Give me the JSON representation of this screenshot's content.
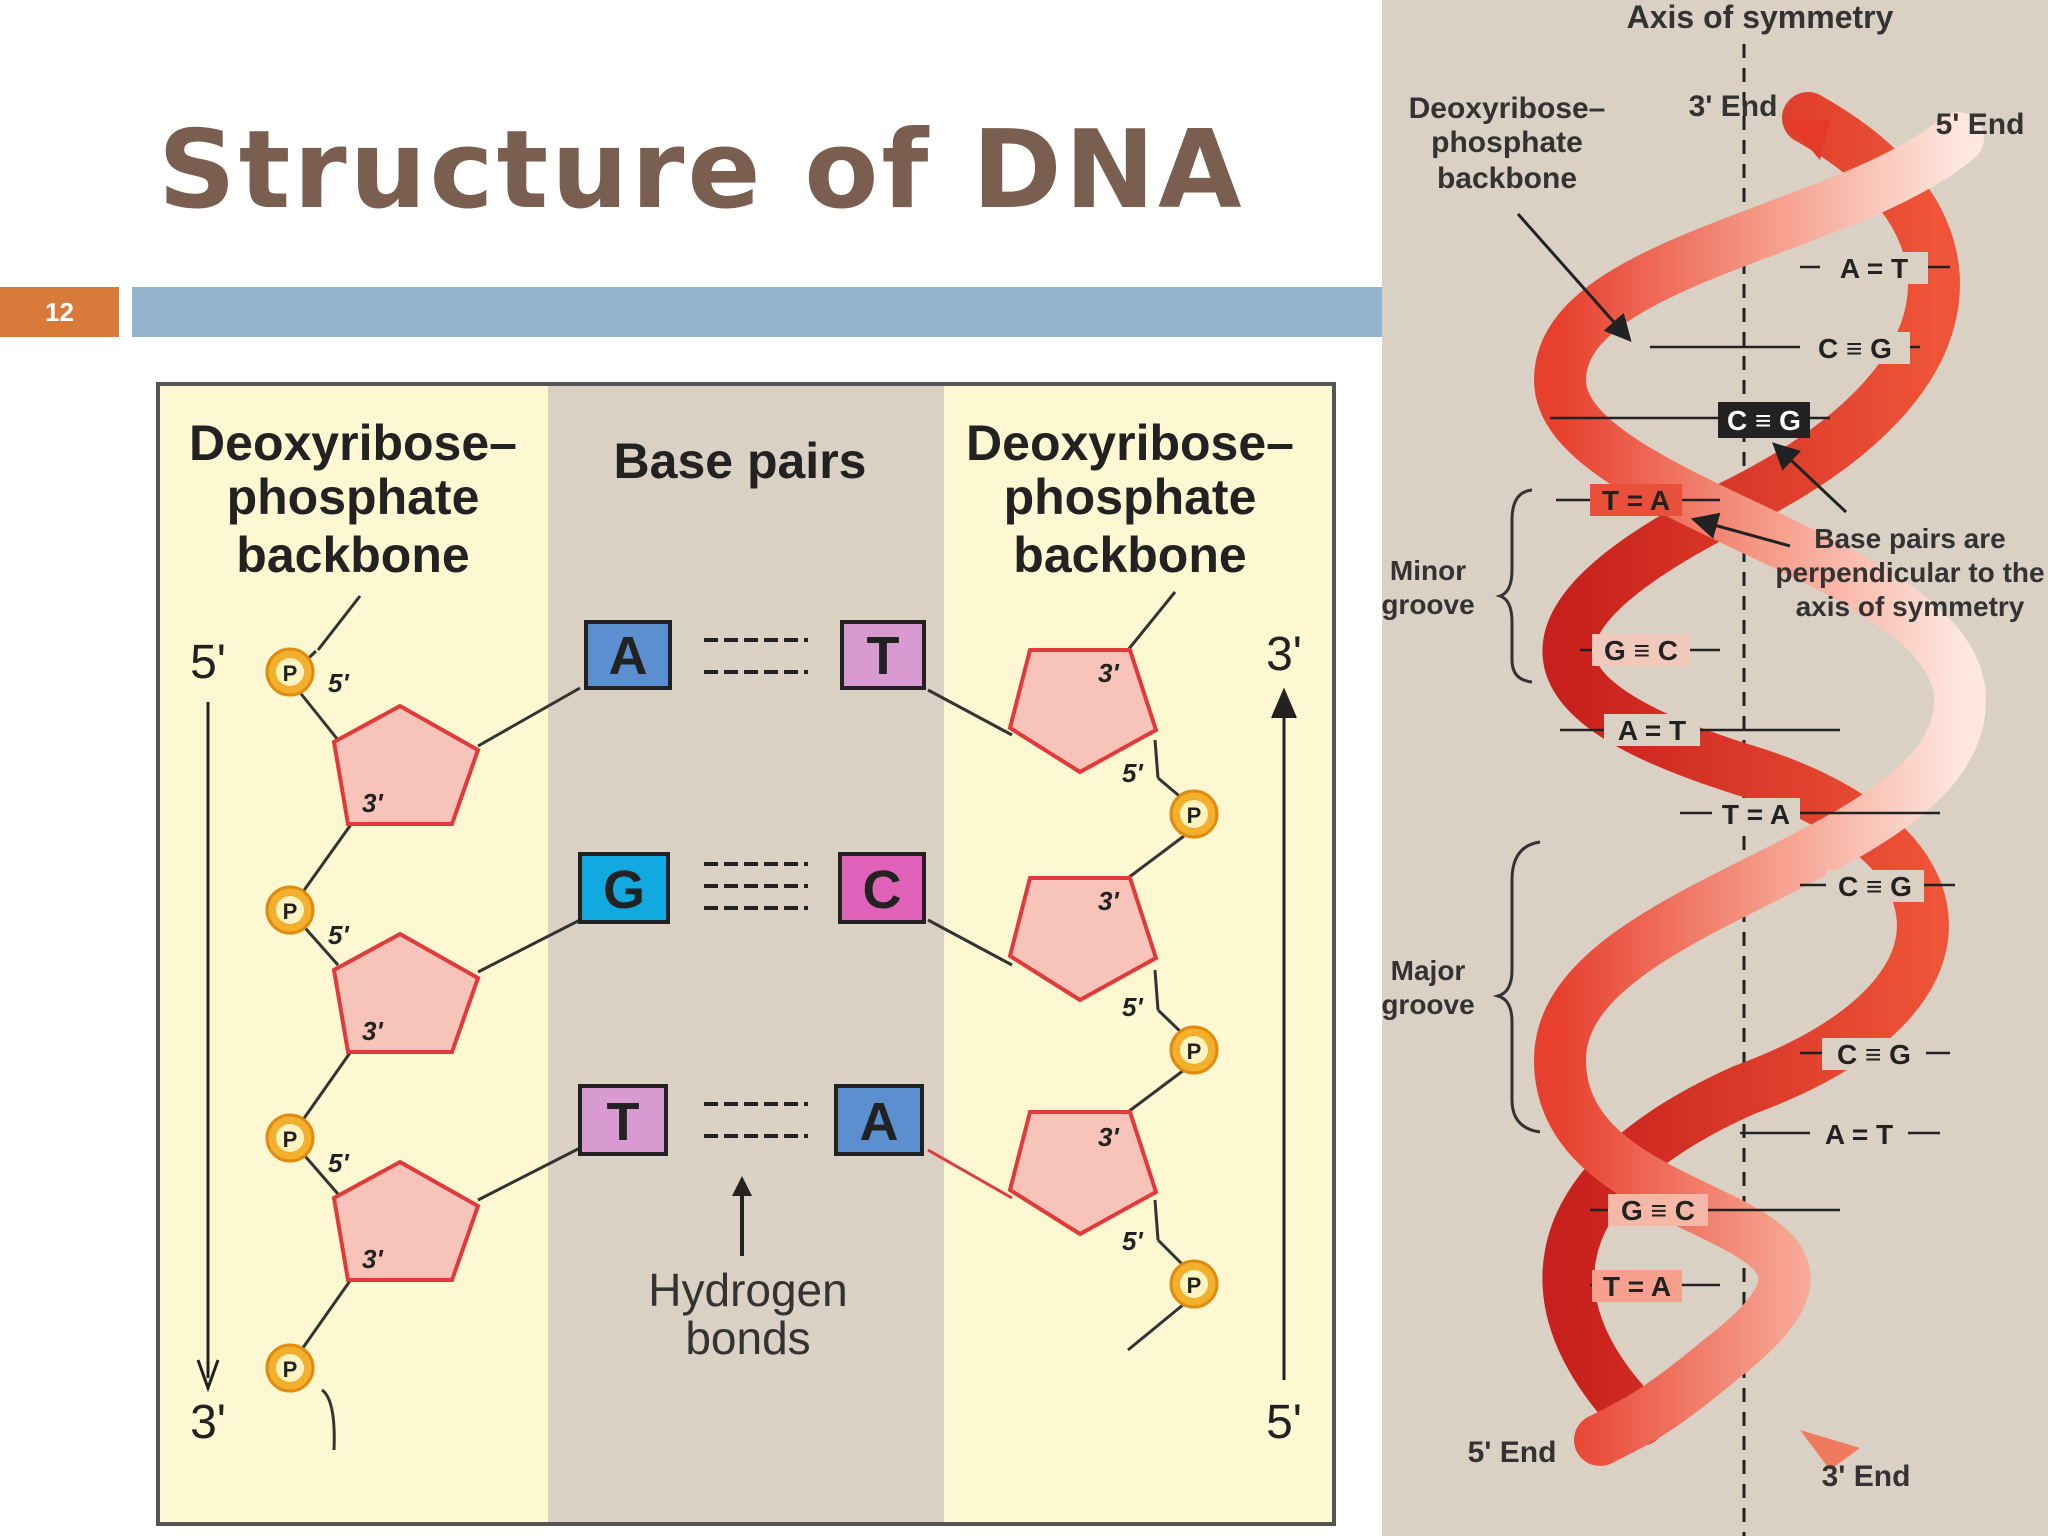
{
  "slide": {
    "title": "Structure of DNA",
    "number": "12"
  },
  "left_panel": {
    "backbone_left": [
      "Deoxyribose–",
      "phosphate",
      "backbone"
    ],
    "base_pairs_heading": "Base pairs",
    "backbone_right": [
      "Deoxyribose–",
      "phosphate",
      "backbone"
    ],
    "left_top_end": "5'",
    "left_bottom_end": "3'",
    "right_top_end": "3'",
    "right_bottom_end": "5'",
    "phosphate": "P",
    "prime5": "5'",
    "prime3": "3'",
    "pairs": [
      {
        "left": "A",
        "right": "T",
        "left_color": "#5b8fd0",
        "right_color": "#d89ad0"
      },
      {
        "left": "G",
        "right": "C",
        "left_color": "#12a8e0",
        "right_color": "#e062b8"
      },
      {
        "left": "T",
        "right": "A",
        "left_color": "#d89ad0",
        "right_color": "#5b8fd0"
      }
    ],
    "hydrogen_label": [
      "Hydrogen",
      "bonds"
    ]
  },
  "right_panel": {
    "axis_label": "Axis of symmetry",
    "backbone_label": [
      "Deoxyribose–",
      "phosphate",
      "backbone"
    ],
    "end_3_top": "3' End",
    "end_5_top": "5' End",
    "end_5_bottom": "5' End",
    "end_3_bottom": "3' End",
    "minor_groove": [
      "Minor",
      "groove"
    ],
    "major_groove": [
      "Major",
      "groove"
    ],
    "perpendicular_note": [
      "Base pairs are",
      "perpendicular to the",
      "axis of symmetry"
    ],
    "pair_labels": [
      "A = T",
      "C ≡ G",
      "C ≡ G",
      "T = A",
      "G ≡ C",
      "A = T",
      "T = A",
      "C ≡ G",
      "C ≡ G",
      "A = T",
      "G ≡ C",
      "T = A"
    ]
  },
  "colors": {
    "title": "#7a5e4f",
    "accent_orange": "#d87a3a",
    "bar_blue": "#92b4cc",
    "panel_yellow": "#fdf8d2",
    "panel_tan": "#dbd0c4",
    "sugar_fill": "#f8c3b8",
    "sugar_stroke": "#e03a3a",
    "phosphate": "#f2b02c",
    "ribbon_red": "#e53a2a"
  }
}
